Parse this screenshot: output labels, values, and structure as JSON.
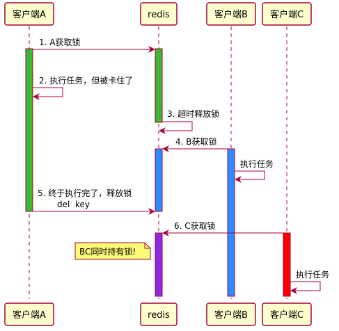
{
  "participants": {
    "a": {
      "label": "客户端A"
    },
    "redis": {
      "label": "redis"
    },
    "b": {
      "label": "客户端B"
    },
    "c": {
      "label": "客户端C"
    }
  },
  "messages": {
    "m1": {
      "label": "1. A获取锁"
    },
    "m2": {
      "label": "2. 执行任务，但被卡住了"
    },
    "m3": {
      "label": "3. 超时释放锁"
    },
    "m4": {
      "label": "4. B获取锁"
    },
    "m4b": {
      "label": "执行任务"
    },
    "m5": {
      "label_line1": "5. 终于执行完了，释放锁",
      "label_line2": "del  key"
    },
    "m6": {
      "label": "6. C获取锁"
    },
    "m6c": {
      "label": "执行任务"
    }
  },
  "note": {
    "text": "BC同时持有锁!"
  },
  "colors": {
    "participant_fill": "#FEFECE",
    "participant_border": "#A80036",
    "arrow": "#A80036",
    "lifeline": "#A80036",
    "activation_a": "#3CB832",
    "activation_redis_1": "#3CB832",
    "activation_redis_2": "#2D8BFF",
    "activation_redis_3": "#8A2BE2",
    "activation_b": "#2D8BFF",
    "activation_c": "#FF0000",
    "note_fill": "#FBFB77"
  }
}
